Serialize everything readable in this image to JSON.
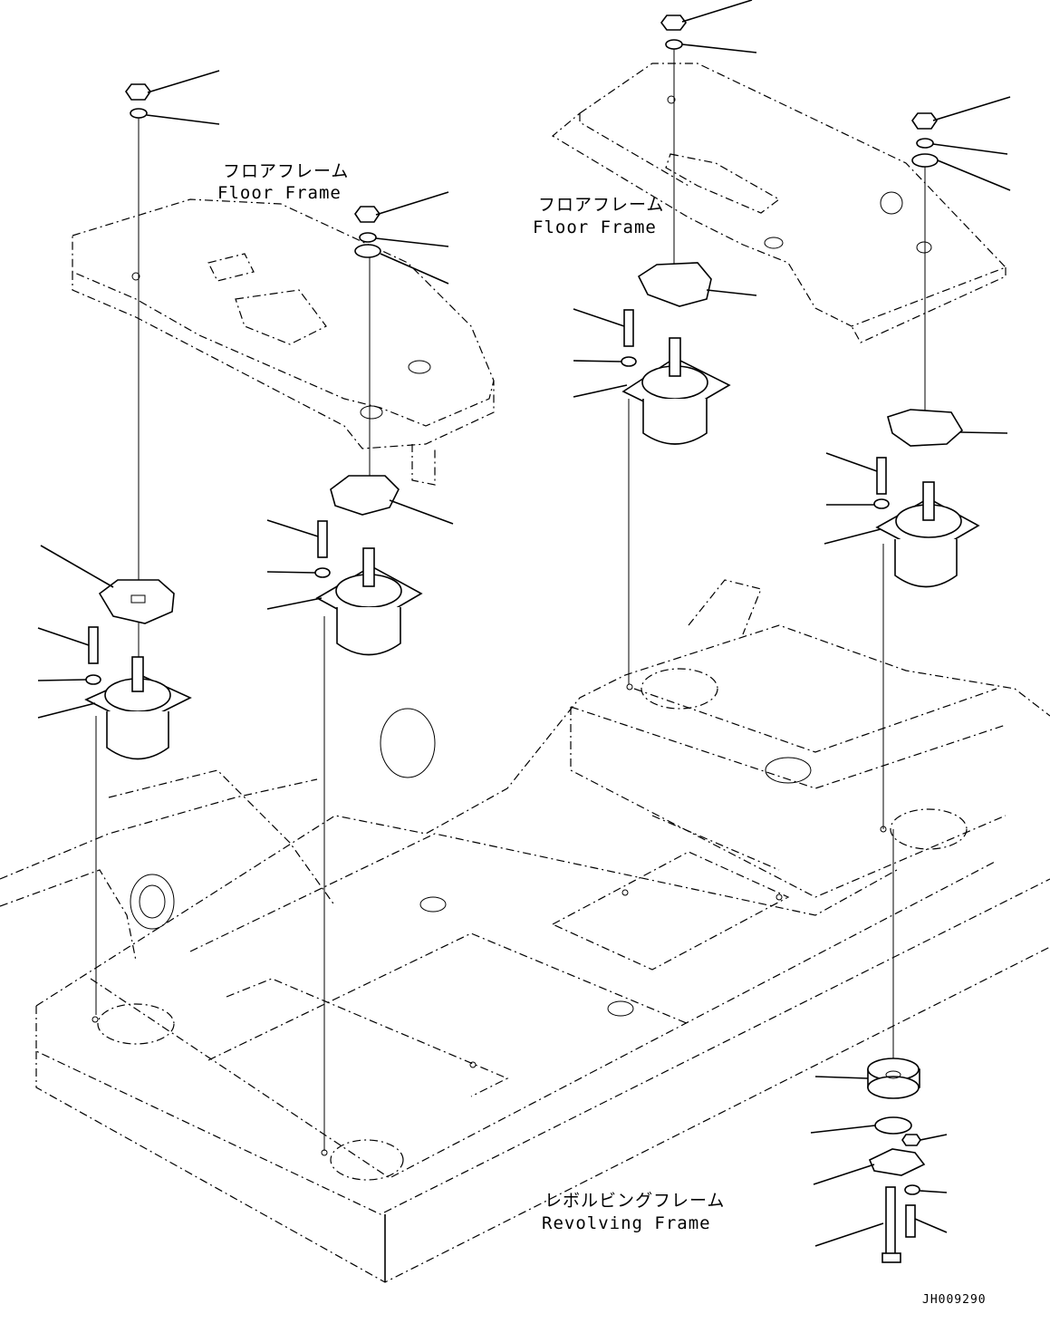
{
  "labels": {
    "floor_frame_left_jp": "フロアフレーム",
    "floor_frame_left_en": "Floor Frame",
    "floor_frame_right_jp": "フロアフレーム",
    "floor_frame_right_en": "Floor Frame",
    "revolving_frame_jp": "レボルビングフレーム",
    "revolving_frame_en": "Revolving Frame"
  },
  "drawing_code": "JH009290"
}
